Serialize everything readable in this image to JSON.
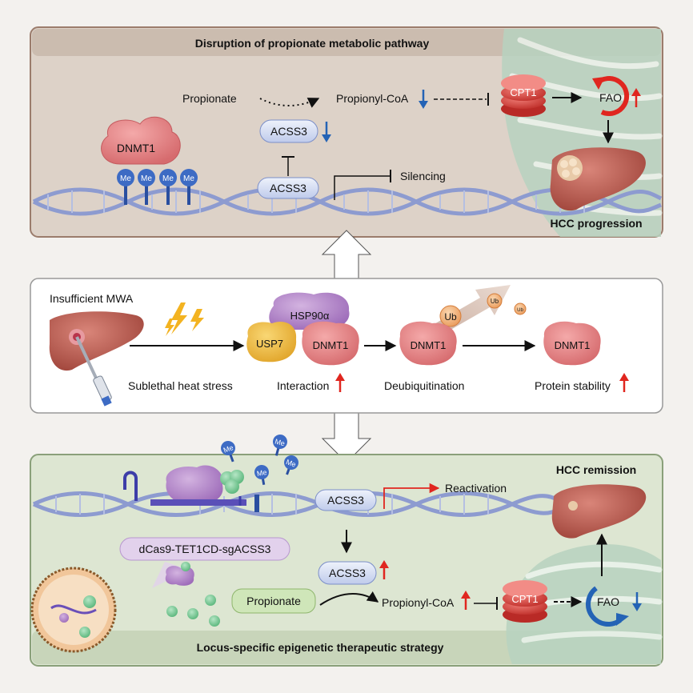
{
  "top_panel": {
    "title": "Disruption of propionate metabolic pathway",
    "propionate": "Propionate",
    "propionyl_coa": "Propionyl-CoA",
    "cpt1": "CPT1",
    "fao": "FAO",
    "acss3_protein": "ACSS3",
    "acss3_gene": "ACSS3",
    "dnmt1": "DNMT1",
    "methyl": "Me",
    "silencing": "Silencing",
    "hcc_progression": "HCC progression"
  },
  "middle_panel": {
    "insufficient_mwa": "Insufficient MWA",
    "sublethal_heat_stress": "Sublethal heat stress",
    "hsp90a": "HSP90α",
    "usp7": "USP7",
    "dnmt1_complex": "DNMT1",
    "interaction": "Interaction",
    "ub": "Ub",
    "dnmt1_deub": "DNMT1",
    "deubiquitination": "Deubiquitination",
    "dnmt1_stable": "DNMT1",
    "protein_stability": "Protein stability"
  },
  "bottom_panel": {
    "hcc_remission": "HCC remission",
    "acss3_gene": "ACSS3",
    "reactivation": "Reactivation",
    "dcas9": "dCas9-TET1CD-sgACSS3",
    "acss3_protein": "ACSS3",
    "propionate": "Propionate",
    "propionyl_coa": "Propionyl-CoA",
    "cpt1": "CPT1",
    "fao": "FAO",
    "methyl": "Me",
    "footer": "Locus-specific epigenetic therapeutic strategy"
  },
  "colors": {
    "up_arrow": "#e0261f",
    "down_arrow": "#2463b5",
    "top_panel_bg": "#ddd2c8",
    "bottom_panel_bg": "#dde6d2",
    "dna": "#8d9bd0"
  }
}
